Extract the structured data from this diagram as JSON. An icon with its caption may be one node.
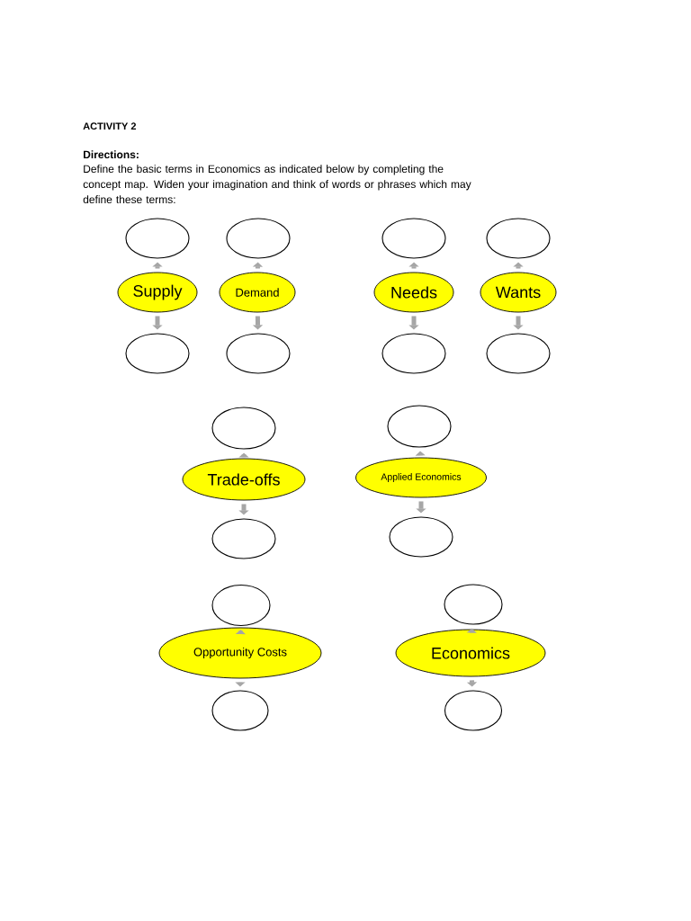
{
  "diagram": {
    "title": "ACTIVITY 2",
    "nodes": [
      {
        "text": [],
        "shape": "ellipse"
      },
      {
        "text": [],
        "shape": "ellipse"
      },
      {
        "text": [],
        "shape": "ellipse"
      },
      {
        "text": [],
        "shape": "ellipse"
      },
      {
        "text": [
          "Supply"
        ]
      },
      {
        "text": [
          "Demand"
        ]
      },
      {
        "text": [
          "Needs"
        ]
      },
      {
        "text": [
          "Wants"
        ]
      },
      {
        "text": [],
        "shape": "ellipse"
      },
      {
        "text": [],
        "shape": "ellipse"
      },
      {
        "text": [],
        "shape": "ellipse"
      },
      {
        "text": [],
        "shape": "ellipse"
      },
      {
        "text": [],
        "shape": "ellipse"
      },
      {
        "text": [],
        "shape": "ellipse"
      },
      {
        "text": [
          "Trade-offs"
        ]
      },
      {
        "text": [
          "Applied Economics"
        ]
      },
      {
        "text": [],
        "shape": "ellipse"
      },
      {
        "text": [],
        "shape": "ellipse"
      },
      {
        "text": [],
        "shape": "ellipse"
      },
      {
        "text": [],
        "shape": "ellipse"
      },
      {
        "text": [
          "Opportunity Costs"
        ]
      },
      {
        "text": [
          "Economics"
        ]
      },
      {
        "text": [],
        "shape": "ellipse"
      },
      {
        "text": [],
        "shape": "ellipse"
      }
    ],
    "edges": [
      {
        "from": 4,
        "to": 0,
        "arrow": "to"
      },
      {
        "from": 4,
        "to": 8,
        "arrow": "to"
      },
      {
        "from": 5,
        "to": 1,
        "arrow": "to"
      },
      {
        "from": 5,
        "to": 9,
        "arrow": "to"
      },
      {
        "from": 6,
        "to": 2,
        "arrow": "to"
      },
      {
        "from": 6,
        "to": 10,
        "arrow": "to"
      },
      {
        "from": 7,
        "to": 3,
        "arrow": "to"
      },
      {
        "from": 7,
        "to": 11,
        "arrow": "to"
      },
      {
        "from": 14,
        "to": 12,
        "arrow": "to"
      },
      {
        "from": 14,
        "to": 16,
        "arrow": "to"
      },
      {
        "from": 15,
        "to": 13,
        "arrow": "to"
      },
      {
        "from": 15,
        "to": 17,
        "arrow": "to"
      },
      {
        "from": 20,
        "to": 18,
        "arrow": "to"
      },
      {
        "from": 20,
        "to": 22,
        "arrow": "to"
      },
      {
        "from": 21,
        "to": 19,
        "arrow": "to"
      },
      {
        "from": 21,
        "to": 23,
        "arrow": "to"
      }
    ],
    "labels": [
      "Directions:",
      "Define the basic terms in Economics as indicated below by completing the concept map. Widen your imagination and think of words or phrases which may define these terms:"
    ]
  }
}
